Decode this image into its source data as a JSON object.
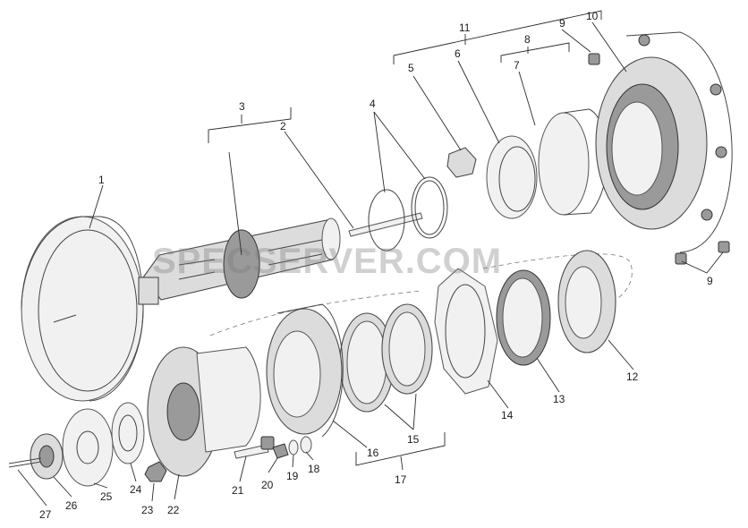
{
  "watermark": "SPECSERVER.COM",
  "callouts": {
    "c1": "1",
    "c2": "2",
    "c3": "3",
    "c4": "4",
    "c5": "5",
    "c6": "6",
    "c7": "7",
    "c8": "8",
    "c9a": "9",
    "c9b": "9",
    "c10": "10",
    "c11": "11",
    "c12": "12",
    "c13": "13",
    "c14": "14",
    "c15": "15",
    "c16": "16",
    "c17": "17",
    "c18": "18",
    "c19": "19",
    "c20": "20",
    "c21": "21",
    "c22": "22",
    "c23": "23",
    "c24": "24",
    "c25": "25",
    "c26": "26",
    "c27": "27"
  }
}
